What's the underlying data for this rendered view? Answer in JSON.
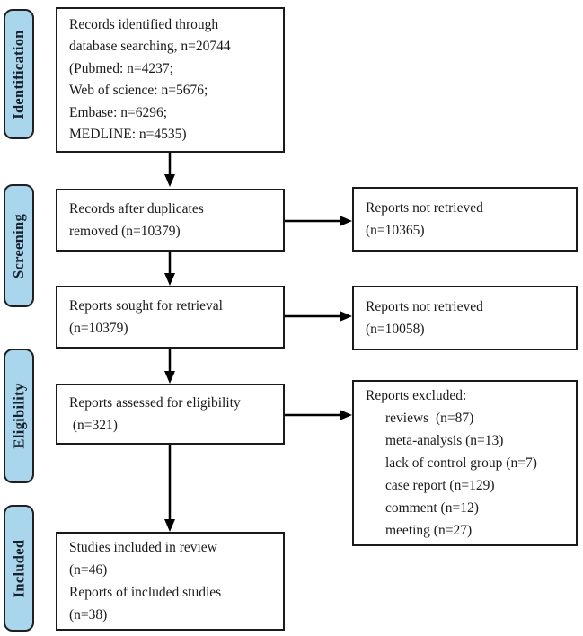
{
  "stages": [
    {
      "label": "Identification"
    },
    {
      "label": "Screening"
    },
    {
      "label": "Eligibility"
    },
    {
      "label": "Included"
    }
  ],
  "boxes": {
    "records_identified": {
      "lines": [
        "Records identified through",
        "database searching, n=20744",
        "(Pubmed: n=4237;",
        "Web of science: n=5676;",
        "Embase: n=6296;",
        "MEDLINE: n=4535)"
      ]
    },
    "duplicates_removed": {
      "lines": [
        "Records after duplicates",
        "removed (n=10379)"
      ]
    },
    "sought_retrieval": {
      "lines": [
        "Reports sought for retrieval",
        "(n=10379)"
      ]
    },
    "assessed_eligibility": {
      "lines": [
        "Reports assessed for eligibility",
        " (n=321)"
      ]
    },
    "included_studies": {
      "lines": [
        "Studies included in review",
        "(n=46)",
        "Reports of included studies",
        "(n=38)"
      ]
    },
    "not_retrieved_1": {
      "lines": [
        "Reports not retrieved",
        "(n=10365)"
      ]
    },
    "not_retrieved_2": {
      "lines": [
        "Reports not retrieved",
        "(n=10058)"
      ]
    },
    "excluded": {
      "header": "Reports excluded:",
      "items": [
        "reviews  (n=87)",
        "meta-analysis (n=13)",
        "lack of control group (n=7)",
        "case report (n=129)",
        "comment (n=12)",
        "meeting (n=27)"
      ]
    }
  },
  "colors": {
    "stage_fill": "#a9d6ec",
    "stage_border": "#1f1f1f",
    "box_border": "#1a1a1a",
    "text": "#1a1a1a",
    "arrow": "#000000",
    "background": "#ffffff"
  }
}
